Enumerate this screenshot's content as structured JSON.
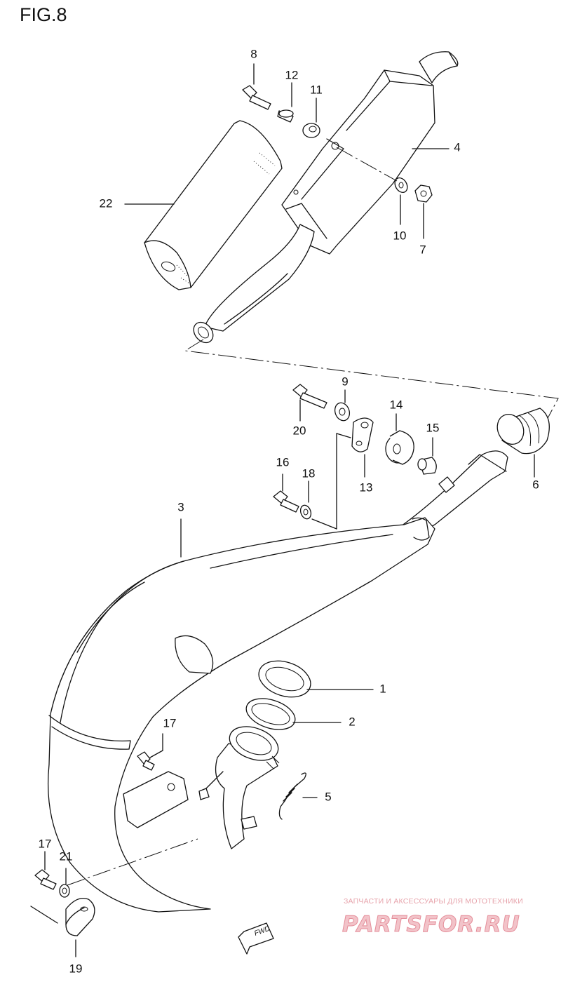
{
  "figure_title": "FIG.8",
  "parts": [
    {
      "id": "1",
      "label": "1"
    },
    {
      "id": "2",
      "label": "2"
    },
    {
      "id": "3",
      "label": "3"
    },
    {
      "id": "4",
      "label": "4"
    },
    {
      "id": "5",
      "label": "5"
    },
    {
      "id": "6",
      "label": "6"
    },
    {
      "id": "7",
      "label": "7"
    },
    {
      "id": "8",
      "label": "8"
    },
    {
      "id": "9",
      "label": "9"
    },
    {
      "id": "10",
      "label": "10"
    },
    {
      "id": "11",
      "label": "11"
    },
    {
      "id": "12",
      "label": "12"
    },
    {
      "id": "13",
      "label": "13"
    },
    {
      "id": "14",
      "label": "14"
    },
    {
      "id": "15",
      "label": "15"
    },
    {
      "id": "16",
      "label": "16"
    },
    {
      "id": "17a",
      "label": "17"
    },
    {
      "id": "17b",
      "label": "17"
    },
    {
      "id": "18",
      "label": "18"
    },
    {
      "id": "19",
      "label": "19"
    },
    {
      "id": "20",
      "label": "20"
    },
    {
      "id": "21",
      "label": "21"
    },
    {
      "id": "22",
      "label": "22"
    }
  ],
  "direction_arrow": "FWD",
  "watermark": {
    "tagline": "ЗАПЧАСТИ И АКСЕССУАРЫ ДЛЯ МОТОТЕХНИКИ",
    "logo": "PARTSFOR.RU",
    "color": "#e58e9a"
  }
}
